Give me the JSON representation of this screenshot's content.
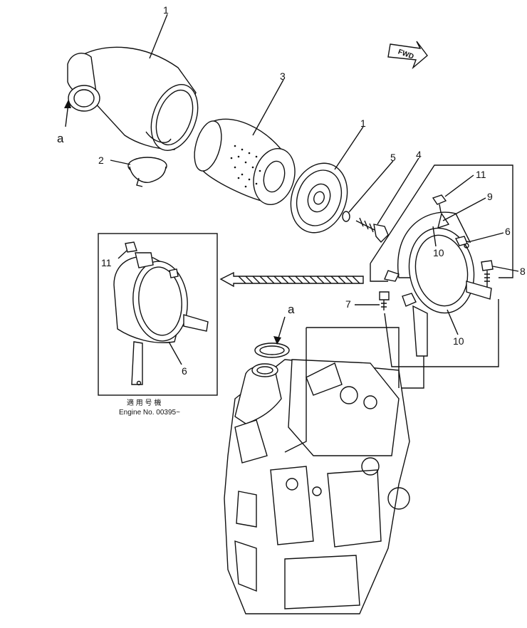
{
  "fwd_label": "FWD",
  "reference_letter_top": "a",
  "reference_letter_engine": "a",
  "callouts": {
    "c1_cleaner": "1",
    "c2_valve": "2",
    "c3_element": "3",
    "c1_cover": "1",
    "c5_washer": "5",
    "c4_nut": "4",
    "c11_right": "11",
    "c9": "9",
    "c6_right": "6",
    "c10_upper": "10",
    "c8": "8",
    "c7": "7",
    "c10_lower": "10",
    "c11_inset": "11",
    "c6_inset": "6"
  },
  "inset_note_kanji": "適 用 号 機",
  "inset_note_engine": "Engine No. 00395~"
}
